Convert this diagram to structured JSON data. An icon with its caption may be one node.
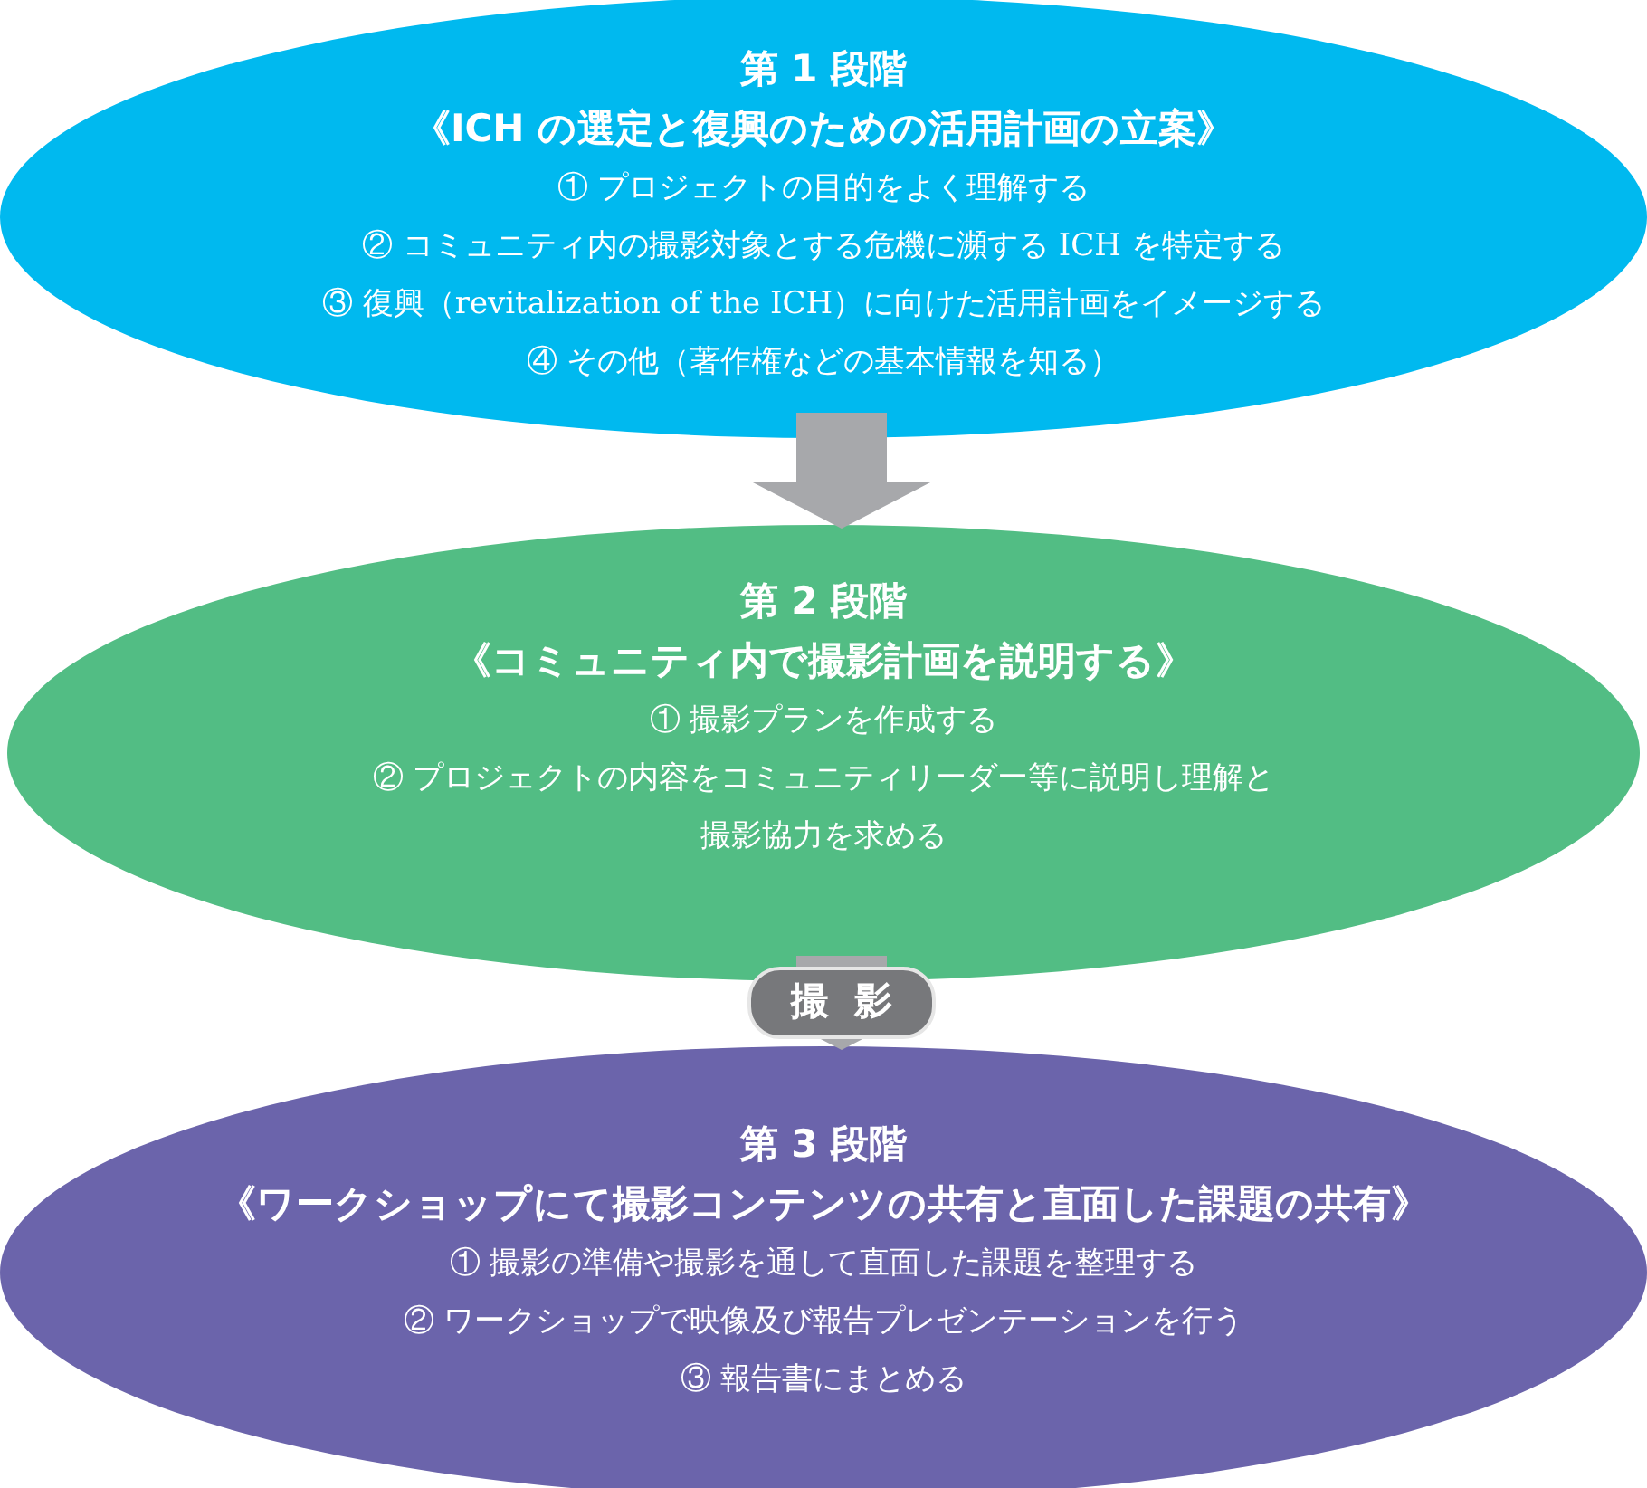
{
  "diagram": {
    "nodes": [
      {
        "text": [
          "第 1 段階",
          "《ICH の選定と復興のための活用計画の立案》",
          "① プロジェクトの目的をよく理解する",
          "② コミュニティ内の撮影対象とする危機に瀕する ICH を特定する",
          "③ 復興（revitalization of the ICH）に向けた活用計画をイメージする",
          "④ その他（著作権などの基本情報を知る）"
        ]
      },
      {
        "text": [
          "第 2 段階",
          "《コミュニティ内で撮影計画を説明する》",
          "① 撮影プランを作成する",
          "② プロジェクトの内容をコミュニティリーダー等に説明し理解と撮影協力を求める"
        ]
      },
      {
        "text": [
          "第 3 段階",
          "《ワークショップにて撮影コンテンツの共有と直面した課題の共有》",
          "① 撮影の準備や撮影を通して直面した課題を整理する",
          "② ワークショップで映像及び報告プレゼンテーションを行う",
          "③ 報告書にまとめる"
        ]
      }
    ],
    "edges": [
      {
        "from": 0,
        "to": 1,
        "arrow": "to"
      },
      {
        "from": 1,
        "to": 2,
        "arrow": "to",
        "label": "撮影"
      }
    ]
  }
}
